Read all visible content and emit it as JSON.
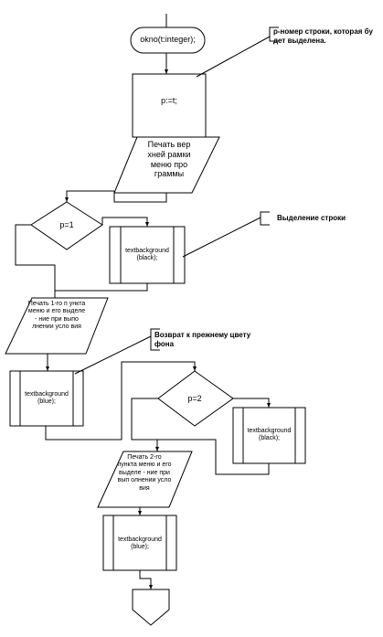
{
  "nodes": {
    "start": "okno(t:integer);",
    "assign": "p:=t;",
    "print_top": "Печать вер хней рамки меню про граммы",
    "cond1": "p=1",
    "bg_black_1": "textbackground (black);",
    "print_item1": "Печать 1-го п ункта меню и его выделе - ние при выпо лнении усло вия",
    "bg_blue_1": "textbackground (blue);",
    "cond2": "p=2",
    "bg_black_2": "textbackground (black);",
    "print_item2": "Печать 2-го пункта меню и его выделе - ние при вып олнении усло вия",
    "bg_blue_2": "textbackground (blue);"
  },
  "comments": {
    "p_meaning": "p-номер строки, которая бу дет выделена.",
    "highlight": "Выделение строки",
    "return_color": "Возврат к прежнему цвету фона"
  }
}
